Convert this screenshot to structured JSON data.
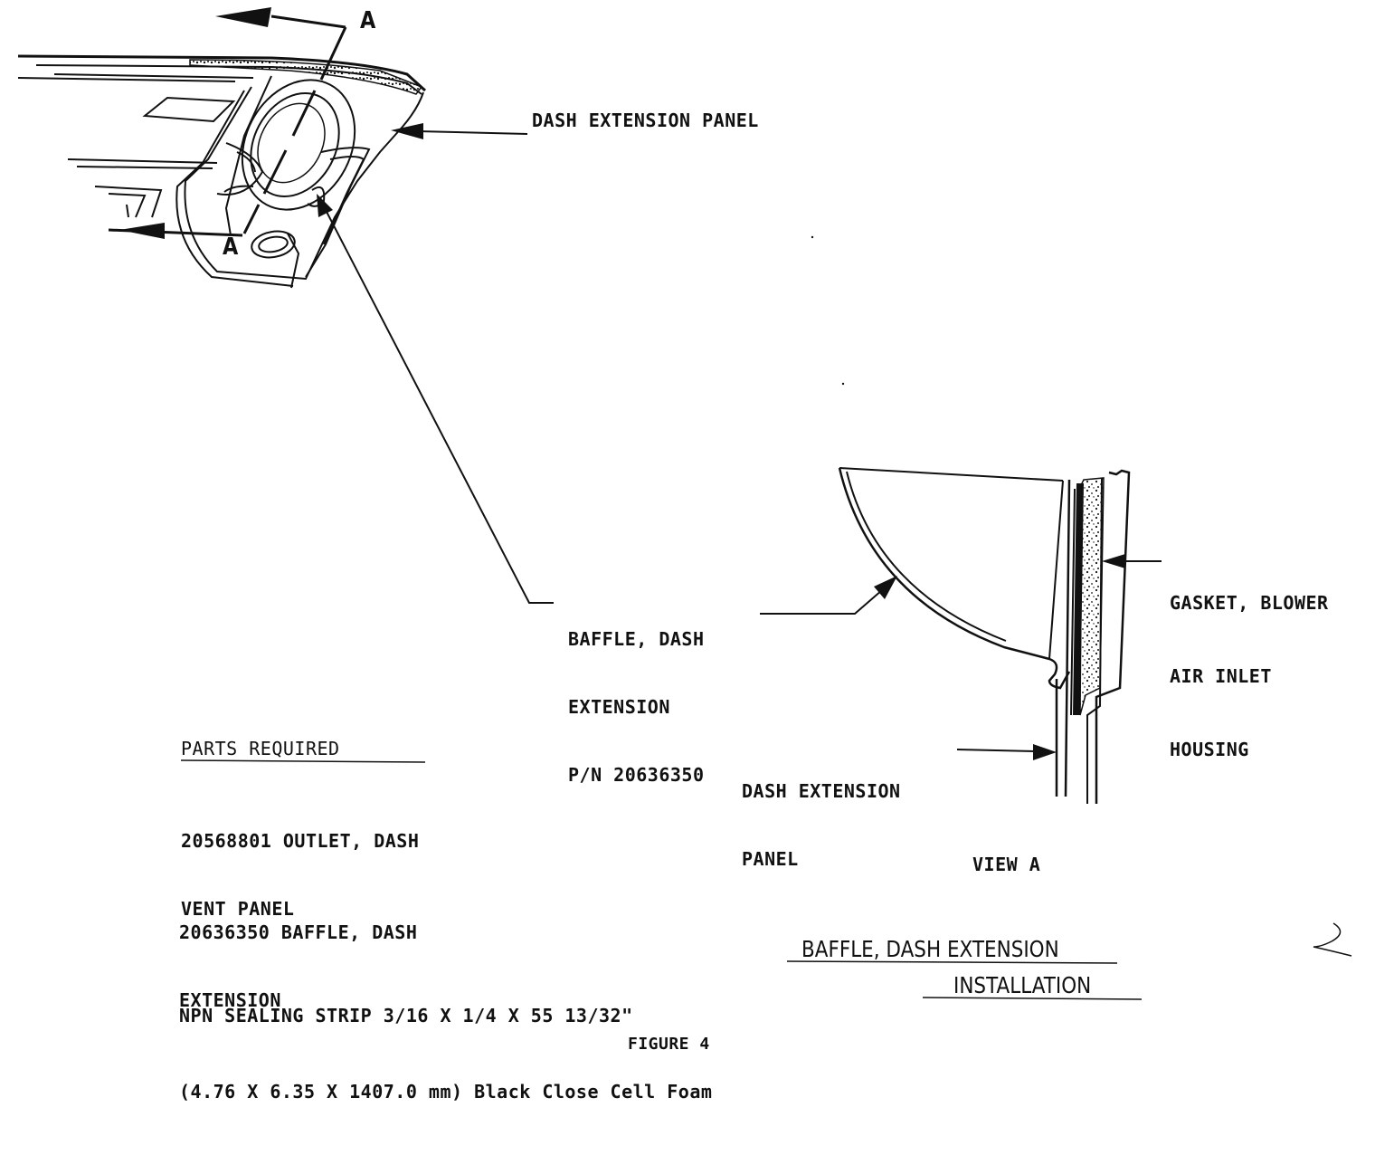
{
  "diagram": {
    "section_marker": "A",
    "callouts": {
      "dash_extension_panel_top": "DASH EXTENSION PANEL",
      "baffle": [
        "BAFFLE, DASH",
        "EXTENSION",
        "P/N 20636350"
      ],
      "gasket": [
        "GASKET, BLOWER",
        "AIR INLET",
        "HOUSING"
      ],
      "dash_extension_panel_view": [
        "DASH EXTENSION",
        "PANEL"
      ]
    },
    "view_label": "VIEW A"
  },
  "parts": {
    "heading": "PARTS REQUIRED",
    "items": [
      [
        "20568801 OUTLET, DASH",
        "VENT PANEL"
      ],
      [
        "20636350 BAFFLE, DASH",
        "EXTENSION"
      ],
      [
        "NPN SEALING STRIP 3/16 X 1/4 X 55 13/32\"",
        "(4.76 X 6.35 X 1407.0 mm) Black Close Cell Foam"
      ]
    ]
  },
  "title": {
    "line1": "BAFFLE, DASH EXTENSION",
    "line2": "INSTALLATION"
  },
  "figure_caption": "FIGURE 4",
  "page_mark": "2"
}
